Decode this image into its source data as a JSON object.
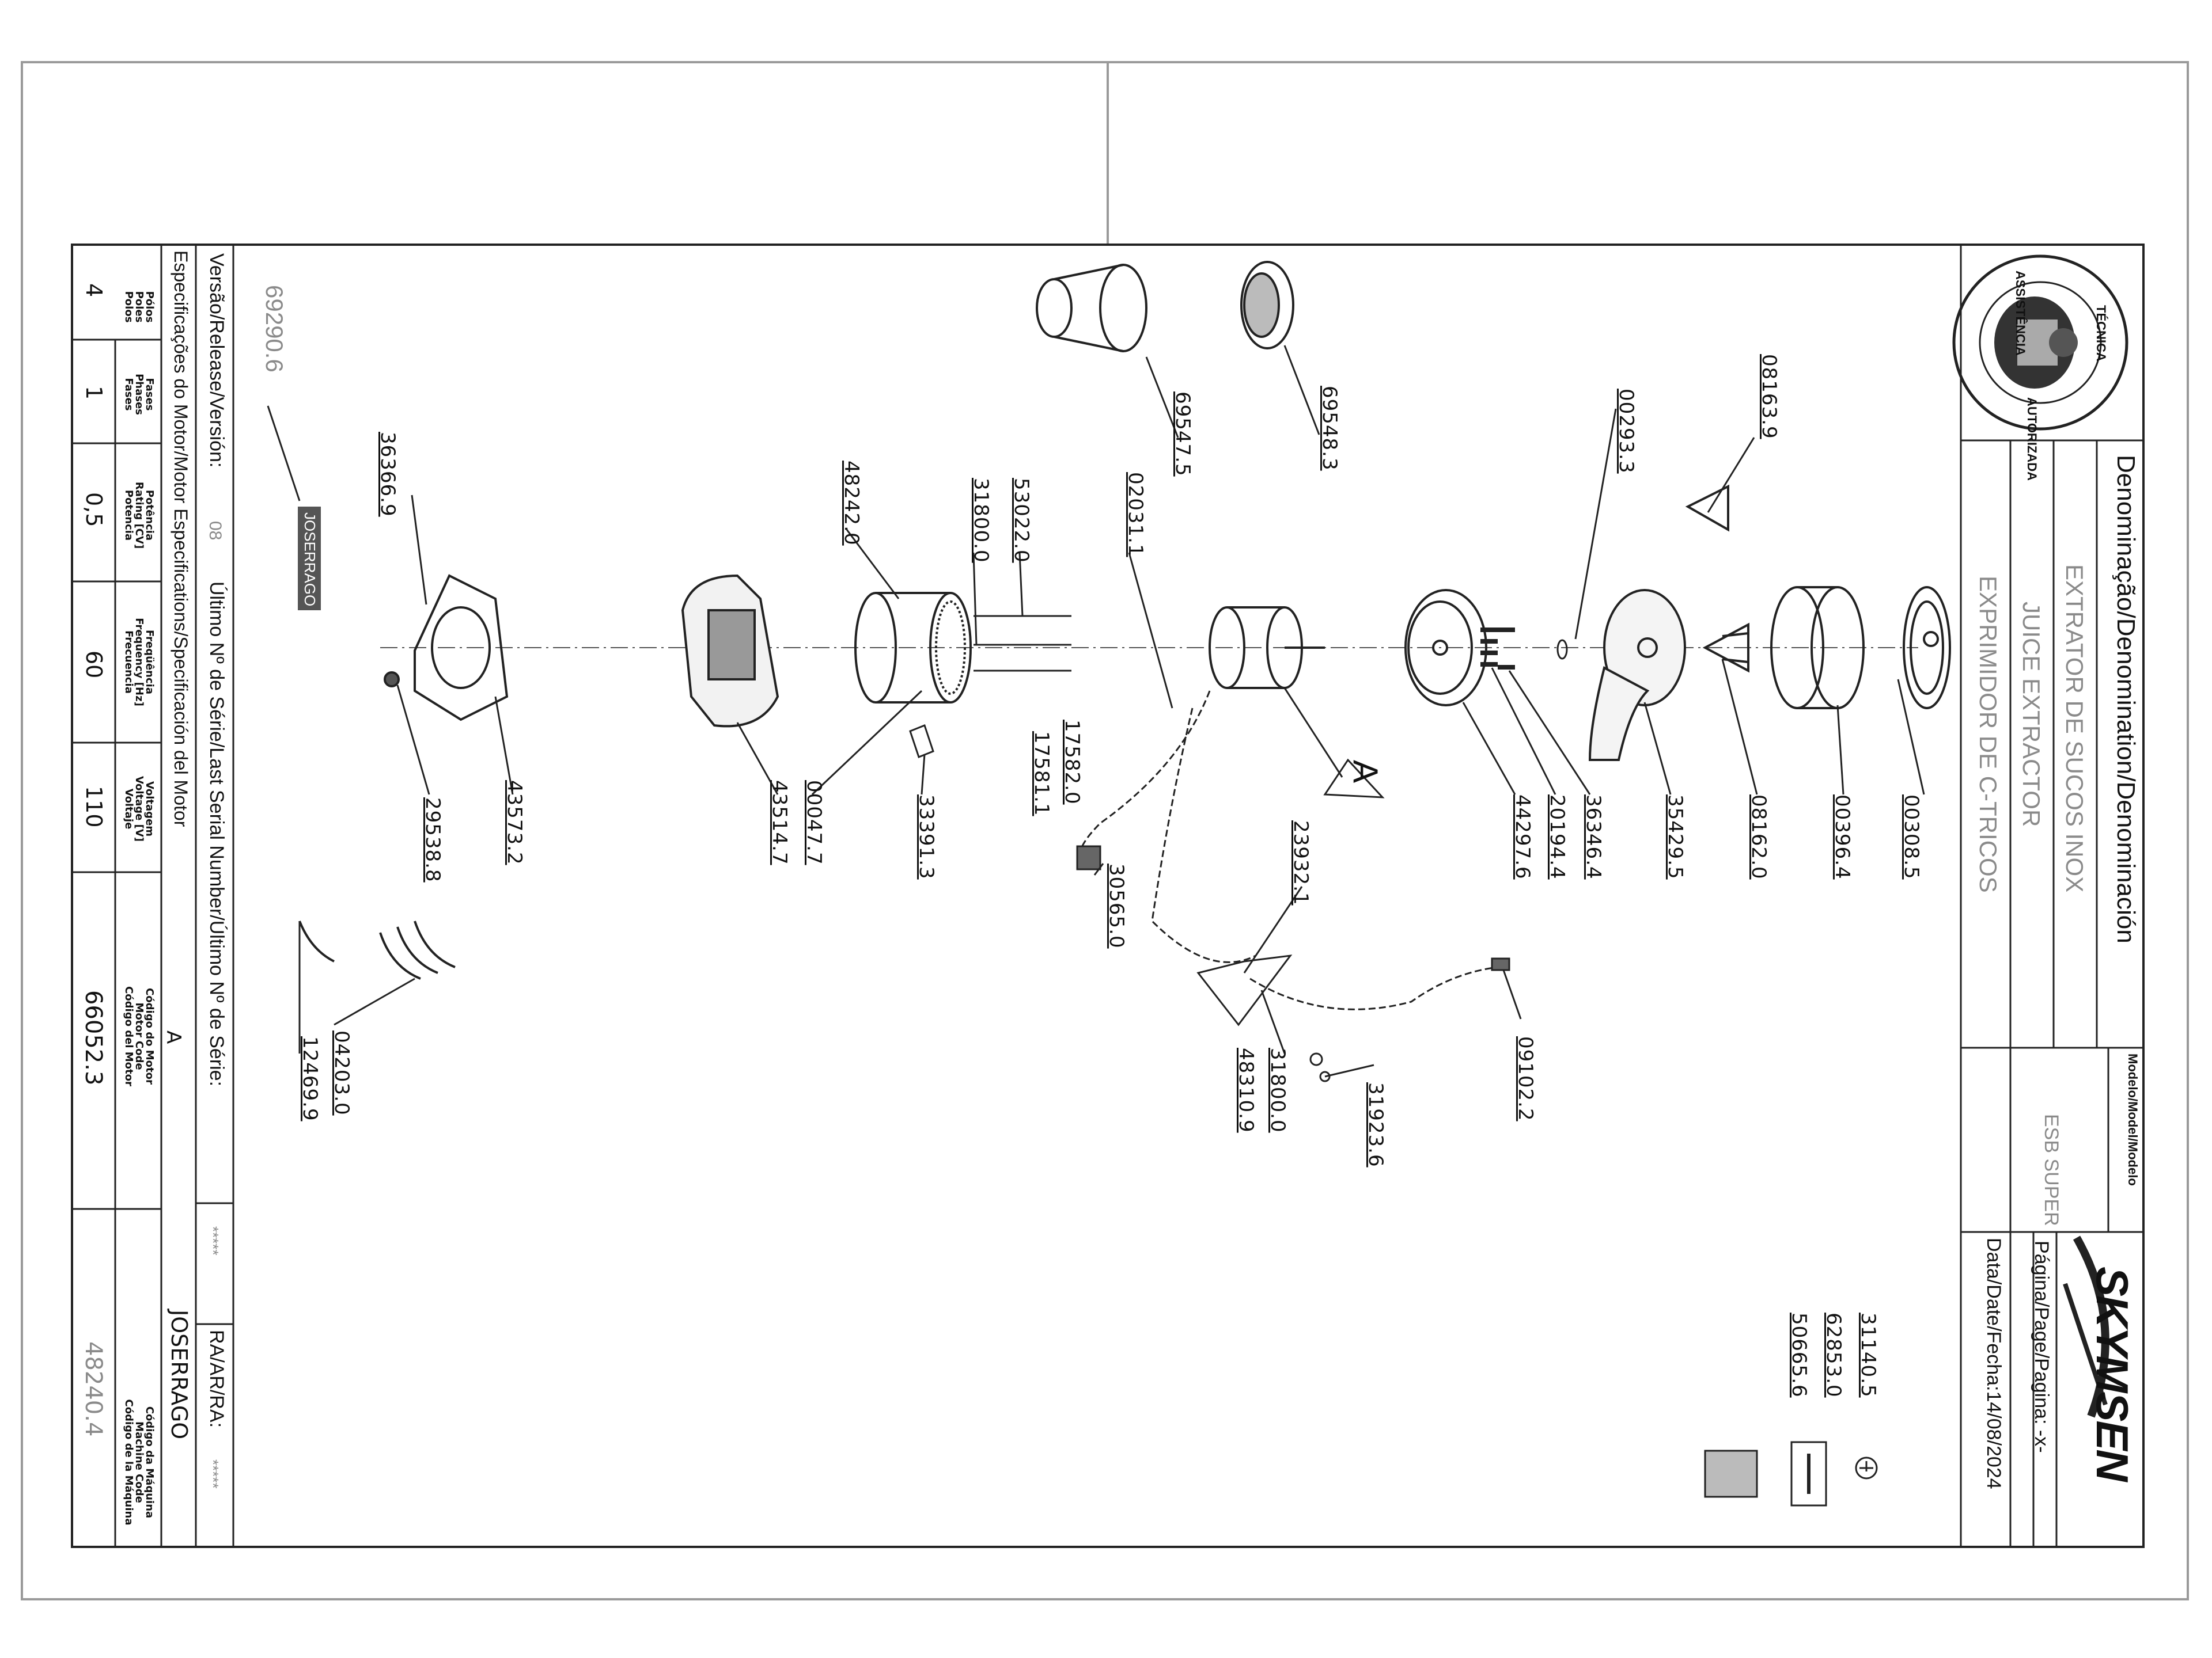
{
  "title_block": {
    "denomination_label": "Denominação/Denomination/Denominación",
    "names": [
      "EXTRATOR DE SUCOS INOX",
      "JUICE EXTRACTOR",
      "EXPRIMIDOR DE C-TRICOS"
    ],
    "model_label": "Modelo/Model/Modelo",
    "model_value": "ESB SUPER",
    "brand": "SKYMSEN",
    "page_label": "Página/Page/Pagina: -x-",
    "date_label": "Data/Date/Fecha:14/08/2024",
    "seal_lines": [
      "ASSISTÊNCIA",
      "TÉCNICA",
      "AUTORIZADA"
    ]
  },
  "info": {
    "version_label": "Versão/Release/Versión:",
    "version_value": "08",
    "last_serial_label": "Último Nº de Série/Last Serial Number/Último Nº de Série:",
    "last_serial_value": "*****",
    "ra_label": "RA/AR/RA:",
    "ra_value": "*****",
    "motor_spec_label": "Especificações do Motor/Motor Especifications/Specificación del Motor",
    "columns": [
      {
        "head": [
          "Pólos",
          "Poles",
          "Polos"
        ],
        "value": "4"
      },
      {
        "head": [
          "Fases",
          "Phases",
          "Fases"
        ],
        "value": "1"
      },
      {
        "head": [
          "Potência",
          "Rating [CV]",
          "Potencia"
        ],
        "value": "0,5"
      },
      {
        "head": [
          "Freqüência",
          "Frequency [Hz]",
          "Frecuencia"
        ],
        "value": "60"
      },
      {
        "head": [
          "Voltagem",
          "Voltage [V]",
          "Voltaje"
        ],
        "value": "110"
      },
      {
        "head": [
          "Código do Motor",
          "Motor Code",
          "Código del Motor"
        ],
        "value": "66052.3",
        "letter": "A"
      },
      {
        "head": [
          "Código da Máquina",
          "Machine Code",
          "Código de la Máquina"
        ],
        "value": "48240.4",
        "designer": "JOSERRAGO"
      }
    ],
    "stamp_code": "69290.6",
    "stamp_name": "JOSERRAGO"
  },
  "part_labels": [
    "08163.9",
    "00293.3",
    "69548.3",
    "69547.5",
    "02031.1",
    "53022.0",
    "31800.0",
    "48242.0",
    "36366.9",
    "00308.5",
    "00396.4",
    "08162.0",
    "35429.5",
    "36346.4",
    "20194.4",
    "44297.6",
    "33391.3",
    "00047.7",
    "43514.7",
    "43573.2",
    "29538.8",
    "17582.0",
    "17581.1",
    "30565.0",
    "23932.1",
    "31800.0",
    "48310.9",
    "31923.6",
    "09102.2",
    "04203.0",
    "12469.9",
    "31140.5",
    "62853.0",
    "50665.6"
  ],
  "diagram_letter": "A",
  "colors": {
    "line": "#222222",
    "frame": "#9a9a9a",
    "gray_text": "#8a8a8a"
  }
}
